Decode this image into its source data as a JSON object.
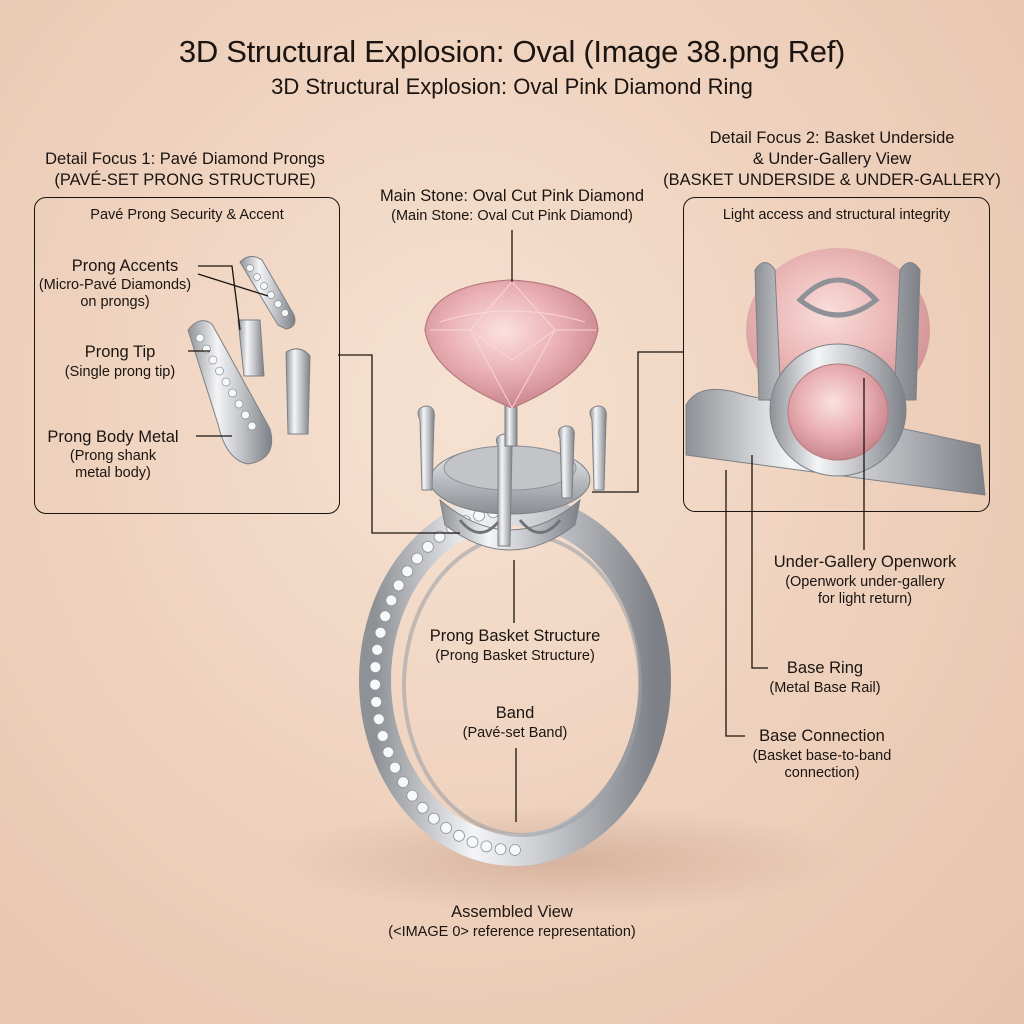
{
  "title": "3D Structural Explosion: Oval (Image 38.png Ref)",
  "subtitle": "3D Structural Explosion: Oval Pink Diamond Ring",
  "detail1": {
    "heading": "Detail Focus 1: Pavé Diamond Prongs",
    "heading_caps": "(PAVÉ-SET PRONG STRUCTURE)",
    "panel_title": "Pavé Prong Security & Accent",
    "labels": [
      {
        "name": "Prong Accents",
        "sub1": "(Micro-Pavé Diamonds)",
        "sub2": "on prongs)"
      },
      {
        "name": "Prong Tip",
        "sub1": "(Single prong tip)",
        "sub2": ""
      },
      {
        "name": "Prong Body Metal",
        "sub1": "(Prong shank",
        "sub2": "metal body)"
      }
    ]
  },
  "main_stone": {
    "name": "Main Stone: Oval Cut Pink Diamond",
    "sub": "(Main Stone: Oval Cut Pink Diamond)"
  },
  "detail2": {
    "heading1": "Detail Focus 2: Basket Underside",
    "heading2": "& Under-Gallery View",
    "heading_caps": "(BASKET UNDERSIDE & UNDER-GALLERY)",
    "panel_title": "Light access and structural integrity"
  },
  "callouts": {
    "gallery": {
      "name": "Under-Gallery Openwork",
      "sub1": "(Openwork under-gallery",
      "sub2": "for light return)"
    },
    "base_ring": {
      "name": "Base Ring",
      "sub": "(Metal Base Rail)"
    },
    "base_conn": {
      "name": "Base Connection",
      "sub1": "(Basket base-to-band",
      "sub2": "connection)"
    },
    "basket": {
      "name": "Prong Basket Structure",
      "sub": "(Prong Basket Structure)"
    },
    "band": {
      "name": "Band",
      "sub": "(Pavé-set Band)"
    },
    "assembled": {
      "name": "Assembled View",
      "sub": "(<IMAGE 0> reference representation)"
    }
  },
  "colors": {
    "background": "#efd3bf",
    "line": "#1b1410",
    "metal": "#d9dadd",
    "diamond_pink": "#eab0b4"
  }
}
